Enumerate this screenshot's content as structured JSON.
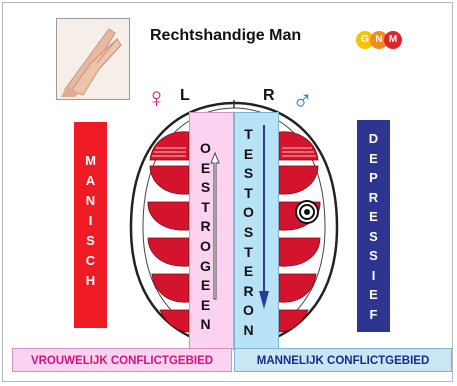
{
  "title": "Rechtshandige Man",
  "badge": {
    "letters": [
      "G",
      "N",
      "M"
    ],
    "colors": [
      "#f7c400",
      "#f38a1e",
      "#e3232b"
    ]
  },
  "left_side_label": "L",
  "right_side_label": "R",
  "female_symbol": "♀",
  "male_symbol": "♂",
  "left_box": {
    "letters": [
      "M",
      "A",
      "N",
      "I",
      "S",
      "C",
      "H"
    ],
    "color": "#ee1b24",
    "text_color": "#ffffff"
  },
  "right_box": {
    "letters": [
      "D",
      "E",
      "P",
      "R",
      "E",
      "S",
      "S",
      "I",
      "E",
      "F"
    ],
    "color": "#2d3590",
    "text_color": "#ffffff"
  },
  "left_column": {
    "letters": [
      "O",
      "E",
      "S",
      "T",
      "R",
      "O",
      "G",
      "E",
      "E",
      "N"
    ],
    "color": "#fbd2ef"
  },
  "right_column": {
    "letters": [
      "T",
      "E",
      "S",
      "T",
      "O",
      "S",
      "T",
      "E",
      "R",
      "O",
      "N"
    ],
    "color": "#b8e2f6"
  },
  "bottom_left": {
    "label": "VROUWELIJK CONFLICTGEBIED",
    "color": "#fbd2ef",
    "text_color": "#d1157e"
  },
  "bottom_right": {
    "label": "MANNELIJK CONFLICTGEBIED",
    "color": "#c9e6f4",
    "text_color": "#1a2a8c"
  },
  "colors": {
    "female_symbol": "#e4197f",
    "male_symbol": "#1d7fd1",
    "brain_red": "#d4142c",
    "arrow_blue": "#2a3a9a"
  }
}
